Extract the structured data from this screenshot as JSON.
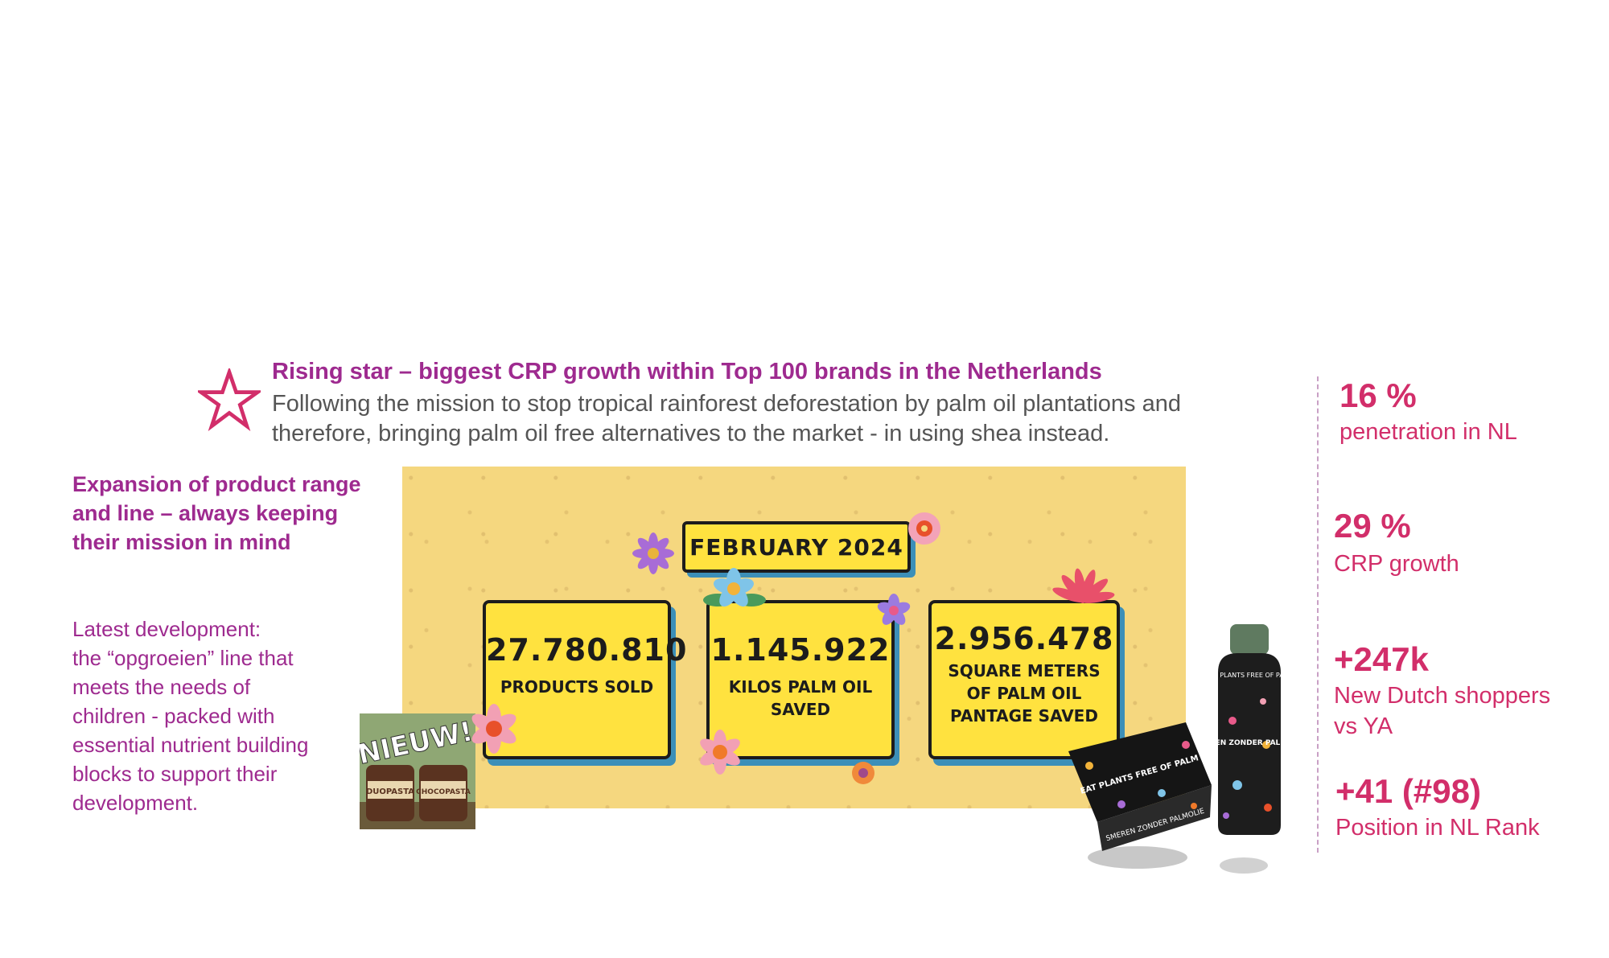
{
  "header": {
    "headline": "Rising star – biggest CRP growth within Top 100 brands in the Netherlands",
    "description": "Following the mission to stop tropical rainforest deforestation by palm oil plantations and therefore, bringing palm oil free alternatives to the market - in using shea instead."
  },
  "left": {
    "title": "Expansion of product range and line – always keeping their mission in mind",
    "body": [
      "Latest development:",
      "the “opgroeien” line that",
      "meets the needs of",
      "children - packed with",
      "essential nutrient building",
      "blocks to support their",
      "development."
    ]
  },
  "poster": {
    "date": "FEBRUARY 2024",
    "stats": [
      {
        "value": "27.780.810",
        "label": "PRODUCTS SOLD"
      },
      {
        "value": "1.145.922",
        "label": "KILOS PALM OIL SAVED"
      },
      {
        "value": "2.956.478",
        "label": "SQUARE METERS OF PALM OIL PANTAGE SAVED"
      }
    ]
  },
  "products": {
    "badge": "NIEUW!",
    "jar1": "DUOPASTA",
    "jar2": "CHOCOPASTA",
    "tub_text": "EAT PLANTS FREE OF PALM",
    "tub_side": "SMEREN ZONDER PALMOLIE",
    "bottle_top": "EAT PLANTS FREE OF PALM",
    "bottle_text": "BAKKEN ZONDER PALMOLIE"
  },
  "kpis": [
    {
      "value": "16 %",
      "label": "penetration in NL"
    },
    {
      "value": "29 %",
      "label": "CRP growth"
    },
    {
      "value": "+247k",
      "label": "New Dutch shoppers vs YA"
    },
    {
      "value": "+41 (#98)",
      "label": "Position in NL Rank"
    }
  ],
  "colors": {
    "headline": "#9e2a8f",
    "kpi": "#d22e6a",
    "poster_bg": "#f5d77f",
    "box_fill": "#ffe23f",
    "box_shadow": "#3c8fb8"
  }
}
